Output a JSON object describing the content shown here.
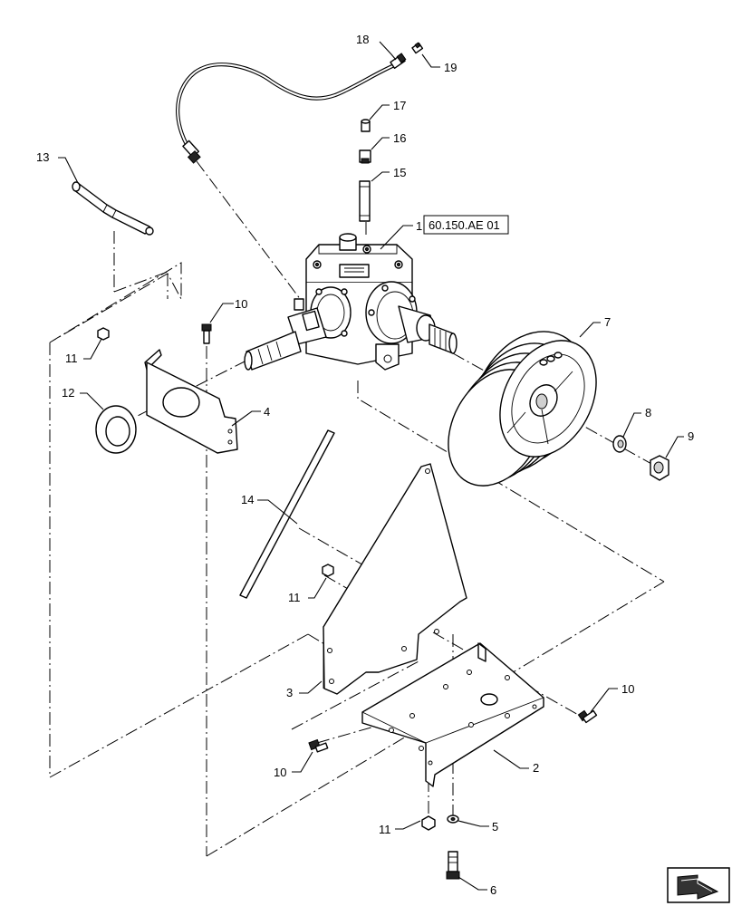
{
  "callouts": {
    "c1": "1",
    "c2": "2",
    "c3": "3",
    "c4": "4",
    "c5": "5",
    "c6": "6",
    "c7": "7",
    "c8": "8",
    "c9": "9",
    "c10a": "10",
    "c10b": "10",
    "c10c": "10",
    "c11a": "11",
    "c11b": "11",
    "c11c": "11",
    "c12": "12",
    "c13": "13",
    "c14": "14",
    "c15": "15",
    "c16": "16",
    "c17": "17",
    "c18": "18",
    "c19": "19"
  },
  "reference": {
    "label": "60.150.AE 01"
  },
  "nav_icon": "next-page-arrow-icon"
}
